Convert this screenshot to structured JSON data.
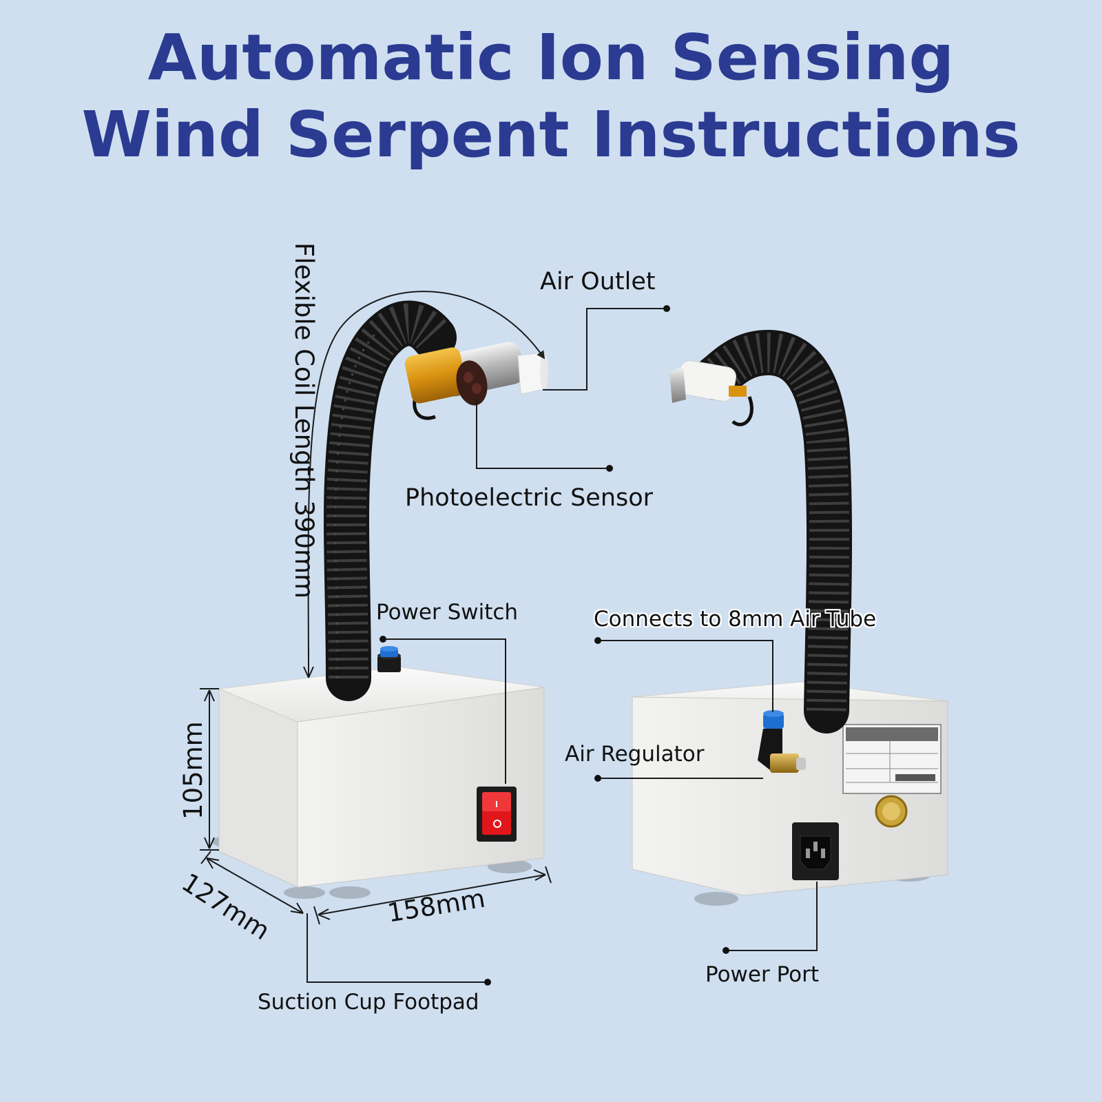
{
  "title": {
    "line1": "Automatic Ion Sensing",
    "line2": "Wind Serpent Instructions"
  },
  "labels": {
    "air_outlet": "Air Outlet",
    "photoelectric_sensor": "Photoelectric Sensor",
    "flexible_coil": "Flexible Coil Length 390mm",
    "power_switch": "Power Switch",
    "air_tube": "Connects to 8mm Air Tube",
    "air_regulator": "Air Regulator",
    "power_port": "Power Port",
    "suction_cup": "Suction Cup Footpad"
  },
  "dimensions": {
    "height": "105mm",
    "depth": "127mm",
    "width": "158mm"
  },
  "colors": {
    "title": "#2b3b92",
    "background": "#cfdff0",
    "box": "#ececea",
    "hose": "#151515",
    "switch_red": "#e0161a",
    "fitting_blue": "#1e6fd1",
    "sensor_yellow": "#e8a317"
  }
}
